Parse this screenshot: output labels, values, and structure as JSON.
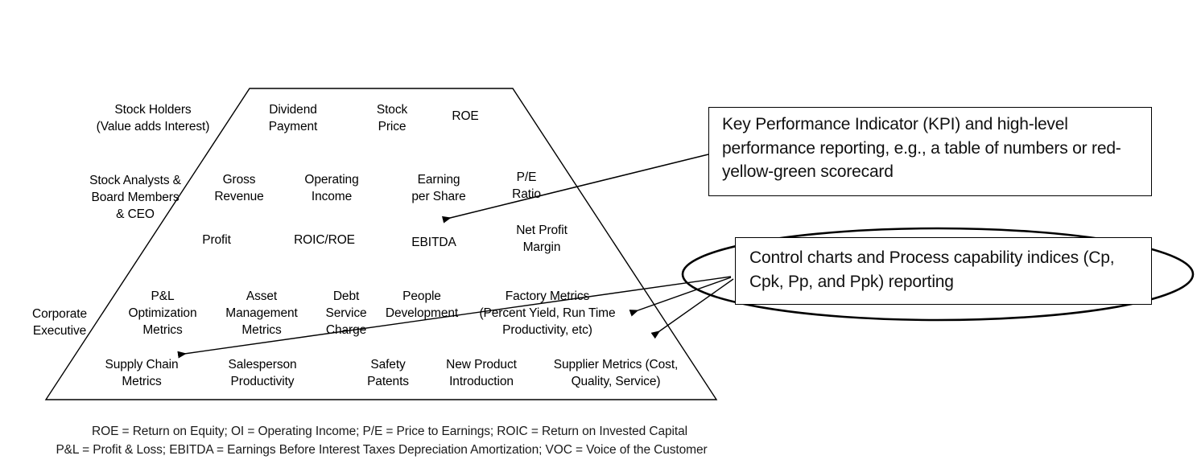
{
  "diagram": {
    "title": "Metrics pyramid with reporting callouts",
    "shapes": {
      "pyramid_name": "metrics-trapezoid",
      "ellipse_name": "control-chart-ellipse"
    },
    "stakeholders": [
      {
        "id": "stock-holders",
        "label": "Stock Holders\n(Value adds Interest)"
      },
      {
        "id": "stock-analysts",
        "label": "Stock Analysts &\nBoard Members\n& CEO"
      },
      {
        "id": "corporate-executive",
        "label": "Corporate\nExecutive"
      }
    ],
    "metrics": [
      {
        "id": "dividend-payment",
        "label": "Dividend\nPayment"
      },
      {
        "id": "stock-price",
        "label": "Stock\nPrice"
      },
      {
        "id": "roe",
        "label": "ROE"
      },
      {
        "id": "gross-revenue",
        "label": "Gross\nRevenue"
      },
      {
        "id": "operating-income",
        "label": "Operating\nIncome"
      },
      {
        "id": "earning-per-share",
        "label": "Earning\nper Share"
      },
      {
        "id": "pe-ratio",
        "label": "P/E\nRatio"
      },
      {
        "id": "profit",
        "label": "Profit"
      },
      {
        "id": "roic-roe",
        "label": "ROIC/ROE"
      },
      {
        "id": "ebitda",
        "label": "EBITDA"
      },
      {
        "id": "net-profit-margin",
        "label": "Net Profit\nMargin"
      },
      {
        "id": "pl-optimization-metrics",
        "label": "P&L\nOptimization\nMetrics"
      },
      {
        "id": "asset-management-metrics",
        "label": "Asset\nManagement\nMetrics"
      },
      {
        "id": "debt-service-charge",
        "label": "Debt\nService\nCharge"
      },
      {
        "id": "people-development",
        "label": "People\nDevelopment"
      },
      {
        "id": "factory-metrics",
        "label": "Factory Metrics\n(Percent Yield, Run Time\nProductivity, etc)"
      },
      {
        "id": "supply-chain-metrics",
        "label": "Supply Chain\nMetrics"
      },
      {
        "id": "salesperson-productivity",
        "label": "Salesperson\nProductivity"
      },
      {
        "id": "safety-patents",
        "label": "Safety\nPatents"
      },
      {
        "id": "new-product-introduction",
        "label": "New Product\nIntroduction"
      },
      {
        "id": "supplier-metrics",
        "label": "Supplier Metrics (Cost,\nQuality, Service)"
      }
    ],
    "callouts": [
      {
        "id": "kpi-callout",
        "text": "Key Performance Indicator (KPI) and high-level performance reporting, e.g., a table of numbers or red-yellow-green scorecard"
      },
      {
        "id": "control-chart-callout",
        "text": "Control charts and Process capability indices (Cp, Cpk, Pp, and Ppk) reporting"
      }
    ],
    "footnotes": [
      "ROE = Return on Equity;   OI = Operating Income;   P/E = Price to Earnings;   ROIC = Return on Invested Capital",
      "P&L = Profit & Loss; EBITDA = Earnings Before Interest Taxes Depreciation Amortization; VOC = Voice of the Customer"
    ],
    "colors": {
      "stroke": "#000000",
      "text": "#000000",
      "background": "#ffffff"
    }
  }
}
